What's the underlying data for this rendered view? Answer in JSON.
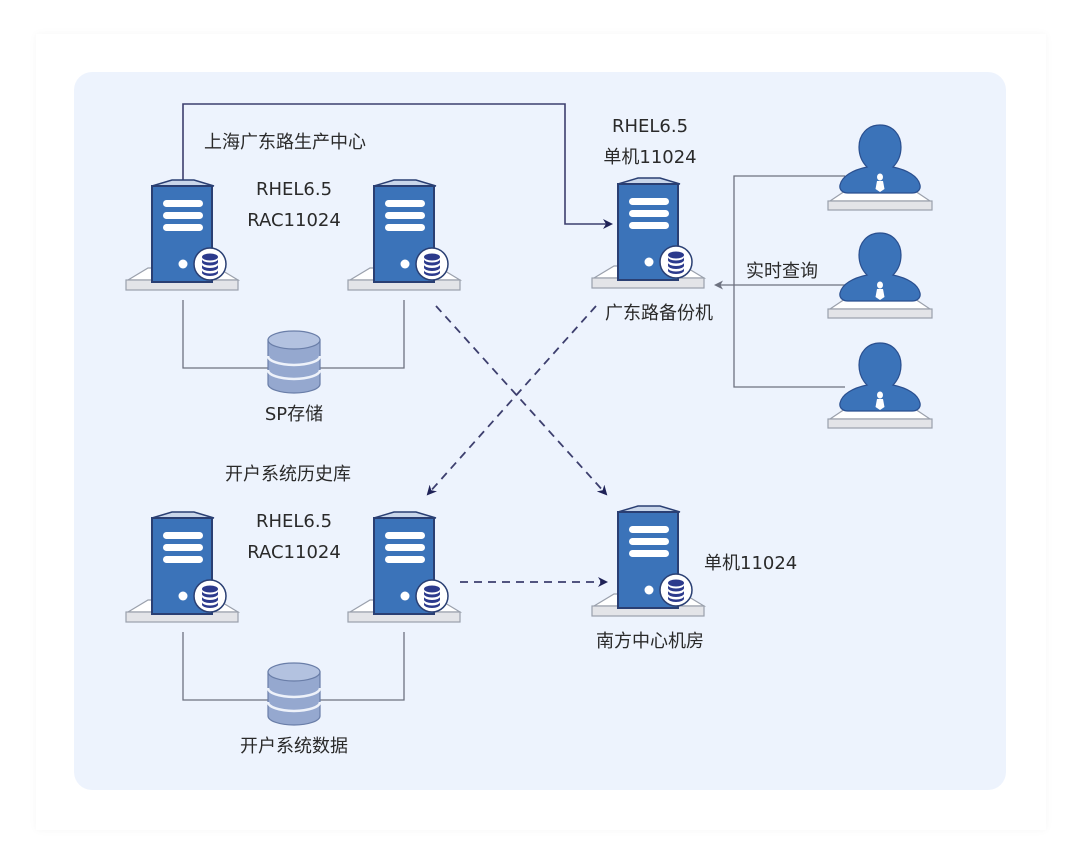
{
  "diagram": {
    "title": "Database deployment topology",
    "sites": {
      "production_center": {
        "title": "上海广东路生产中心",
        "os": "RHEL6.5",
        "db": "RAC11024",
        "storage": "SP存储"
      },
      "backup_machine": {
        "os": "RHEL6.5",
        "db": "单机11024",
        "name": "广东路备份机"
      },
      "history_db": {
        "title": "开户系统历史库",
        "os": "RHEL6.5",
        "db": "RAC11024",
        "storage": "开户系统数据"
      },
      "south_center": {
        "db": "单机11024",
        "name": "南方中心机房"
      }
    },
    "query_label": "实时查询",
    "users_count": 3,
    "colors": {
      "server_blue": "#3b73b9",
      "server_outline": "#2a3f73",
      "db_badge": "#2c3a8c",
      "line_gray": "#6e7280",
      "arrow_navy": "#1f2257",
      "panel_bg": "#edf3fd",
      "storage_fill": "#95a8cf"
    }
  }
}
